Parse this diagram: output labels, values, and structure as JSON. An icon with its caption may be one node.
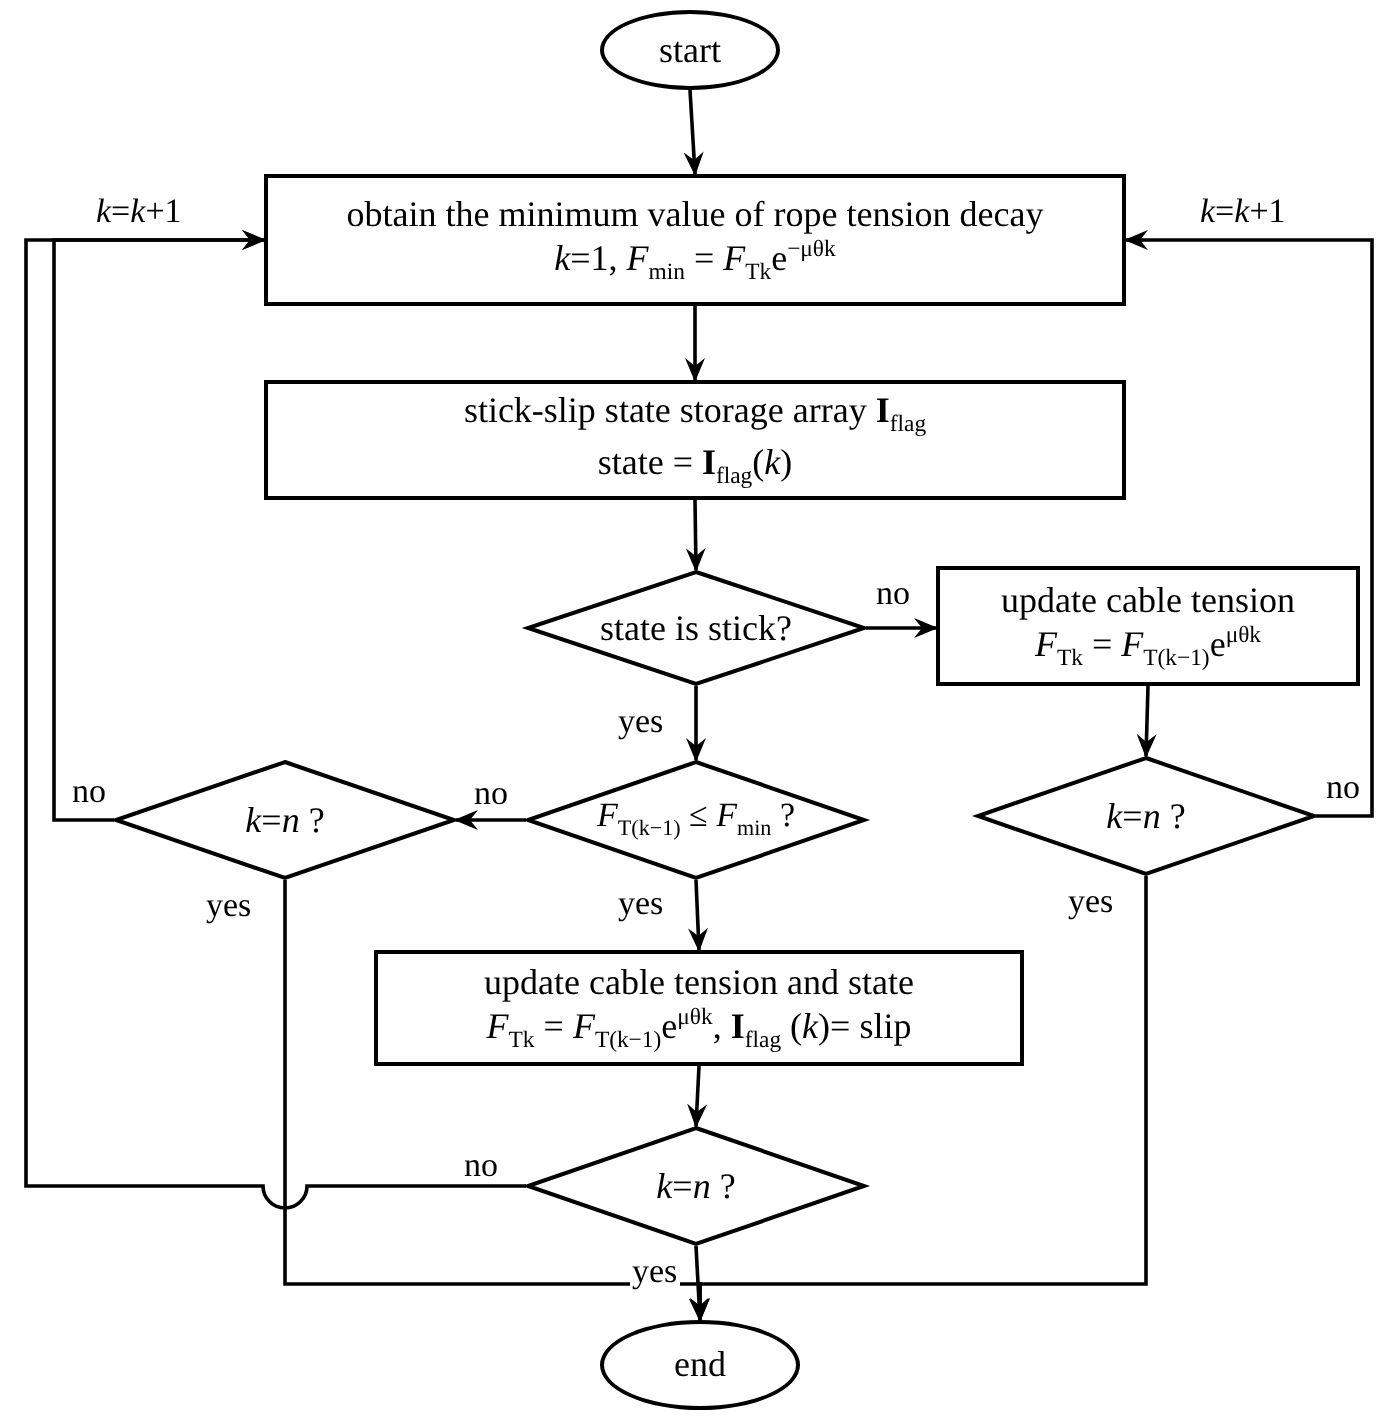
{
  "diagram": {
    "nodes": [
      {
        "text": [
          "start"
        ]
      },
      {
        "text": [
          "obtain the minimum value of rope tension decay",
          "*k*=1,  *F*$_{min}$ = *F*$_{Tk}$e$^{−μθk}$"
        ]
      },
      {
        "text": [
          "stick-slip state storage array **I**$_{flag}$",
          "state = **I**$_{flag}$(*k*)"
        ]
      },
      {
        "text": [
          "state is stick?"
        ]
      },
      {
        "text": [
          "update cable tension",
          "*F*$_{Tk}$ = *F*$_{T(k−1)}$e$^{μθk}$"
        ]
      },
      {
        "text": [
          "*k*=*n* ?"
        ]
      },
      {
        "text": [
          "*F*$_{T(k−1)}$ ≤ *F*$_{min}$ ?"
        ]
      },
      {
        "text": [
          "*k*=*n* ?"
        ]
      },
      {
        "text": [
          "update cable tension and state",
          "*F*$_{Tk}$ = *F*$_{T(k−1)}$e$^{μθk}$,  **I**$_{flag}$ (*k*)= slip"
        ]
      },
      {
        "text": [
          "*k*=*n* ?"
        ]
      },
      {
        "text": [
          "end"
        ]
      }
    ],
    "edges": [
      {
        "from": 0,
        "to": 1,
        "arrow": "to"
      },
      {
        "from": 1,
        "to": 2,
        "arrow": "to"
      },
      {
        "from": 2,
        "to": 3,
        "arrow": "to"
      },
      {
        "from": 3,
        "to": 4,
        "arrow": "to",
        "label": "no"
      },
      {
        "from": 3,
        "to": 6,
        "arrow": "to",
        "label": "yes"
      },
      {
        "from": 4,
        "to": 5,
        "arrow": "to"
      },
      {
        "from": 5,
        "to": 1,
        "arrow": "to",
        "label": "no"
      },
      {
        "from": 6,
        "to": 7,
        "arrow": "to",
        "label": "no"
      },
      {
        "from": 6,
        "to": 8,
        "arrow": "to",
        "label": "yes"
      },
      {
        "from": 7,
        "to": 1,
        "arrow": "to",
        "label": "no"
      },
      {
        "from": 7,
        "to": 10,
        "arrow": "to",
        "label": "yes"
      },
      {
        "from": 5,
        "to": 10,
        "arrow": "to",
        "label": "yes"
      },
      {
        "from": 8,
        "to": 9,
        "arrow": "to"
      },
      {
        "from": 9,
        "to": 1,
        "arrow": "to",
        "label": "no"
      },
      {
        "from": 9,
        "to": 10,
        "arrow": "to",
        "label": "yes"
      }
    ],
    "labels": [
      "*k*=*k*+1",
      "*k*=*k*+1"
    ]
  }
}
